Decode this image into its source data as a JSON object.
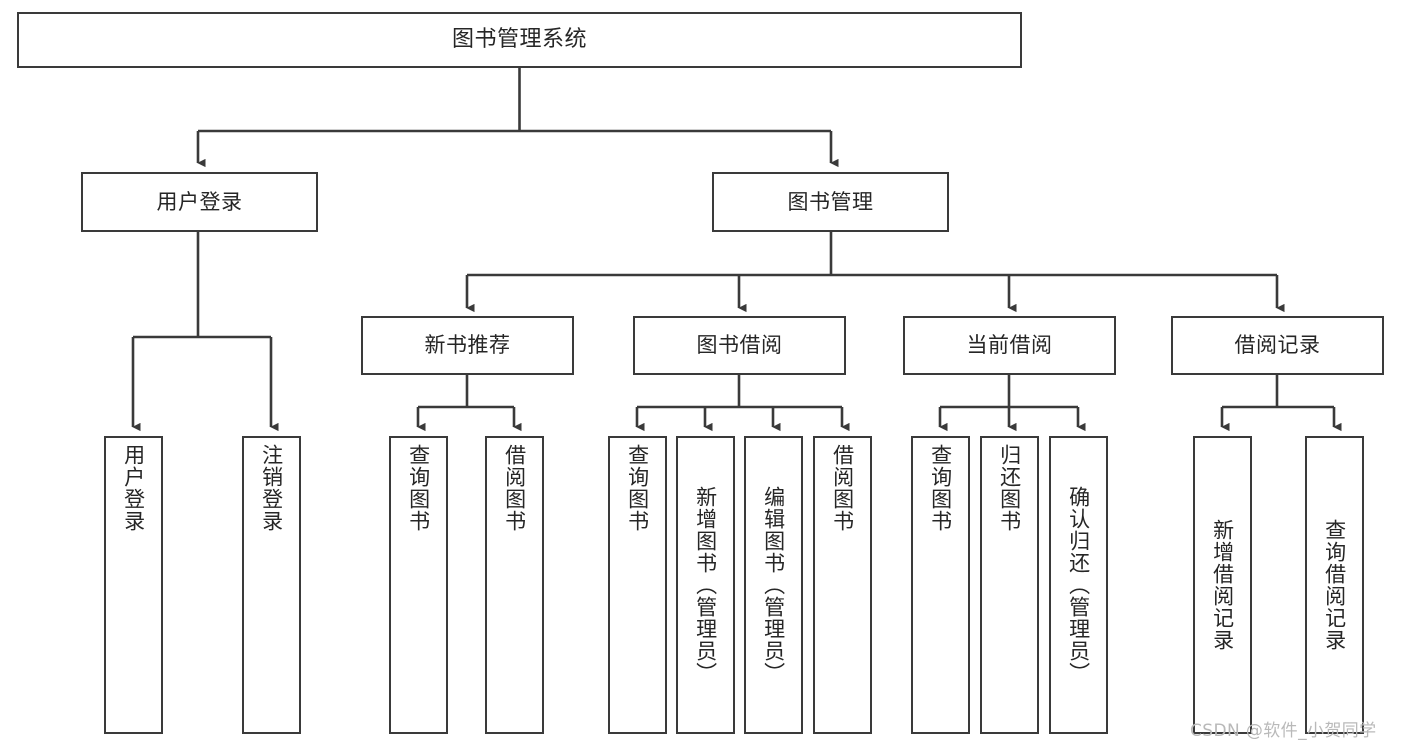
{
  "diagram": {
    "title": "图书管理系统",
    "type": "hierarchy-tree",
    "orientation": "top-down",
    "colors": {
      "background": "#ffffff",
      "node_border": "#3a3a3a",
      "node_fill": "#ffffff",
      "edge": "#3a3a3a",
      "text": "#262626",
      "watermark": "#b9b9b9"
    },
    "watermark": "CSDN @软件_小贺同学",
    "nodes": {
      "root": {
        "label": "图书管理系统"
      },
      "level1": [
        {
          "label": "用户登录"
        },
        {
          "label": "图书管理"
        }
      ],
      "level2": [
        {
          "label": "新书推荐"
        },
        {
          "label": "图书借阅"
        },
        {
          "label": "当前借阅"
        },
        {
          "label": "借阅记录"
        }
      ],
      "leaves_user_login": [
        {
          "label": "用户登录"
        },
        {
          "label": "注销登录"
        }
      ],
      "leaves_new_books": [
        {
          "label": "查询图书"
        },
        {
          "label": "借阅图书"
        }
      ],
      "leaves_borrow": [
        {
          "label": "查询图书"
        },
        {
          "label": "新增图书（管理员）"
        },
        {
          "label": "编辑图书（管理员）"
        },
        {
          "label": "借阅图书"
        }
      ],
      "leaves_current": [
        {
          "label": "查询图书"
        },
        {
          "label": "归还图书"
        },
        {
          "label": "确认归还（管理员）"
        }
      ],
      "leaves_records": [
        {
          "label": "新增借阅记录"
        },
        {
          "label": "查询借阅记录"
        }
      ]
    }
  }
}
